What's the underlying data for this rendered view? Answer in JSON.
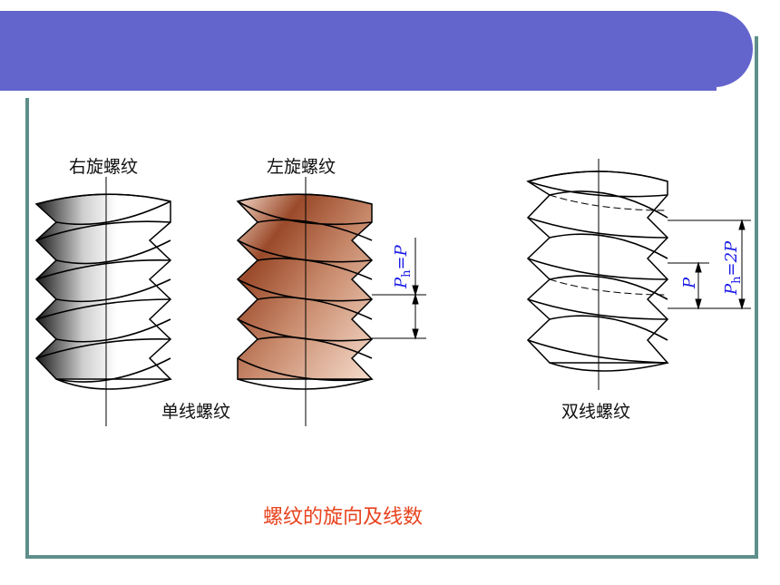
{
  "diagram": {
    "label_right_hand": "右旋螺纹",
    "label_left_hand": "左旋螺纹",
    "label_single_start": "单线螺纹",
    "label_double_start": "双线螺纹",
    "caption": "螺纹的旋向及线数",
    "formula_single": {
      "main": "P",
      "sub": "h",
      "rest": "=P"
    },
    "formula_double": {
      "main": "P",
      "sub": "h",
      "rest": "=2P"
    },
    "formula_pitch": "P"
  },
  "colors": {
    "banner": "#6364cc",
    "frame": "#5f8f8a",
    "caption": "#e8431e",
    "dimension_text": "#1a1ae6"
  }
}
